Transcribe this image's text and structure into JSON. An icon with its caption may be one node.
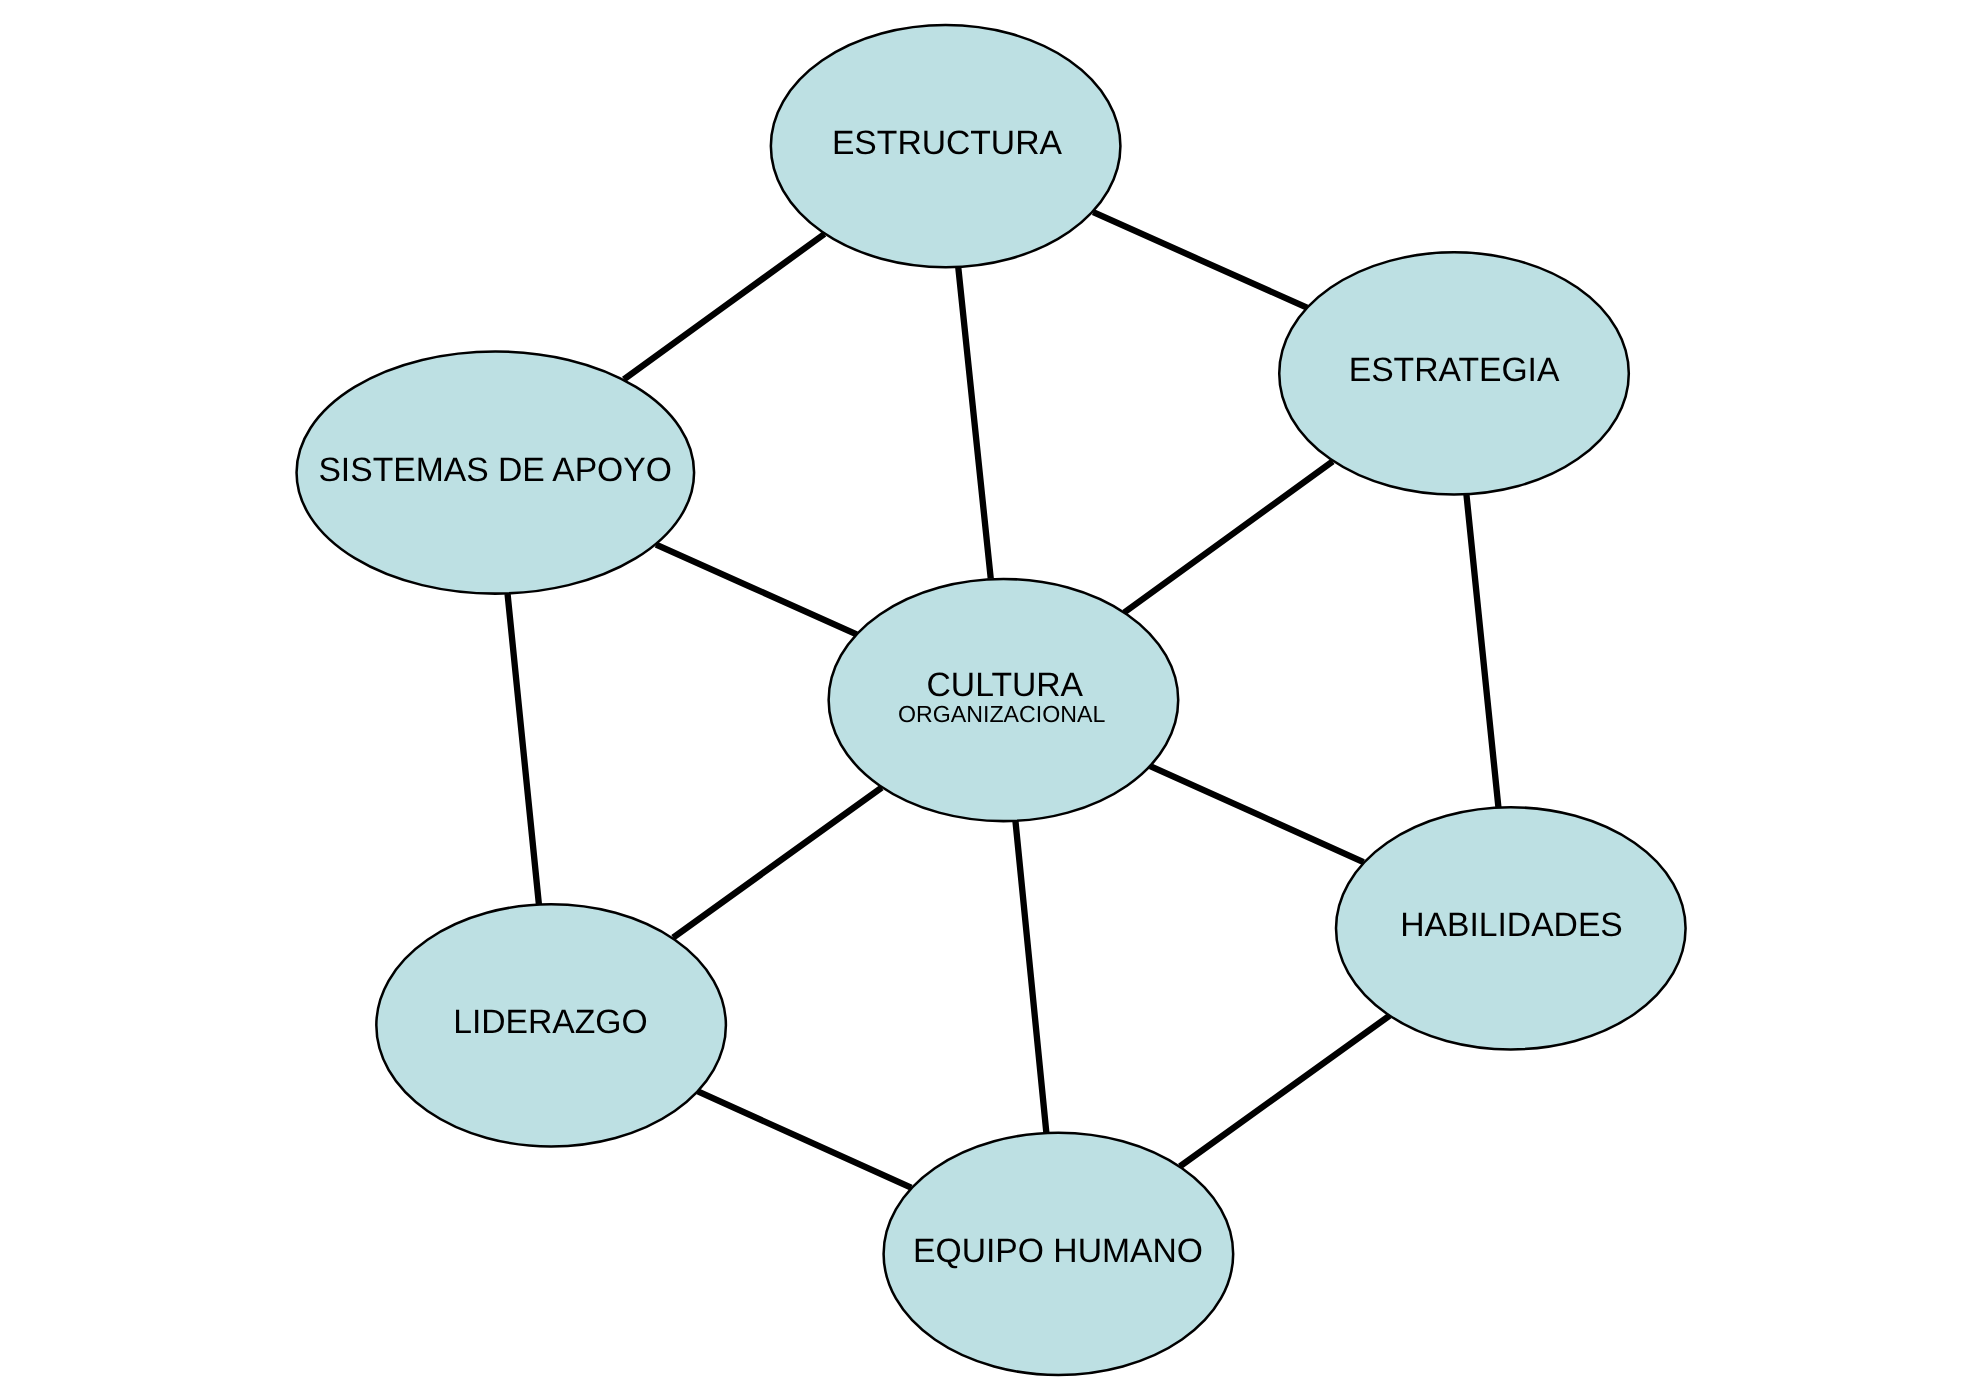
{
  "diagram": {
    "nodes": [
      {
        "text": [
          "ESTRUCTURA"
        ]
      },
      {
        "text": [
          "ESTRATEGIA"
        ]
      },
      {
        "text": [
          "SISTEMAS DE APOYO"
        ]
      },
      {
        "text": [
          "CULTURA",
          "ORGANIZACIONAL"
        ]
      },
      {
        "text": [
          "HABILIDADES"
        ]
      },
      {
        "text": [
          "LIDERAZGO"
        ]
      },
      {
        "text": [
          "EQUIPO HUMANO"
        ]
      }
    ],
    "edges": [
      {
        "from": 1,
        "to": 0,
        "arrow": "none"
      },
      {
        "from": 0,
        "to": 2,
        "arrow": "none"
      },
      {
        "from": 0,
        "to": 3,
        "arrow": "none"
      },
      {
        "from": 1,
        "to": 3,
        "arrow": "none"
      },
      {
        "from": 2,
        "to": 3,
        "arrow": "none"
      },
      {
        "from": 1,
        "to": 4,
        "arrow": "none"
      },
      {
        "from": 2,
        "to": 5,
        "arrow": "none"
      },
      {
        "from": 3,
        "to": 4,
        "arrow": "none"
      },
      {
        "from": 3,
        "to": 5,
        "arrow": "none"
      },
      {
        "from": 3,
        "to": 6,
        "arrow": "none"
      },
      {
        "from": 4,
        "to": 6,
        "arrow": "none"
      },
      {
        "from": 5,
        "to": 6,
        "arrow": "none"
      }
    ]
  }
}
